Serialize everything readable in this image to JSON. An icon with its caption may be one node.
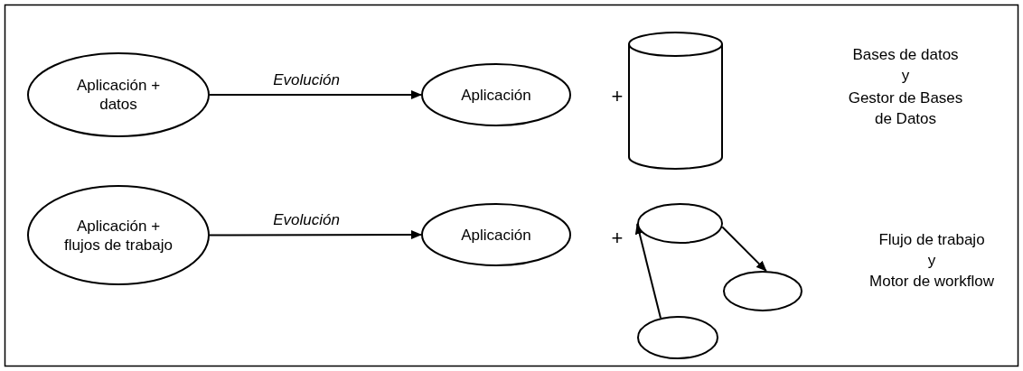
{
  "diagram": {
    "nodes": [
      {
        "text": [
          "Aplicación + datos"
        ]
      },
      {
        "text": [
          "Aplicación"
        ]
      },
      {
        "text": [],
        "shape": "cylinder"
      },
      {
        "text": [
          "Aplicación + flujos de trabajo"
        ]
      },
      {
        "text": [
          "Aplicación"
        ]
      },
      {
        "text": [],
        "shape": "circle"
      },
      {
        "text": [],
        "shape": "circle"
      },
      {
        "text": [],
        "shape": "circle"
      }
    ],
    "edges": [
      {
        "from": 0,
        "to": 1,
        "arrow": "to",
        "label": "Evolución"
      },
      {
        "from": 3,
        "to": 4,
        "arrow": "to",
        "label": "Evolución"
      },
      {
        "from": 7,
        "to": 5,
        "arrow": "to"
      },
      {
        "from": 5,
        "to": 6,
        "arrow": "to"
      }
    ],
    "labels": [
      "+",
      "Bases de datos",
      "y",
      "Gestor de Bases de Datos",
      "+",
      "Flujo de trabajo",
      "y",
      "Motor de workflow"
    ]
  }
}
